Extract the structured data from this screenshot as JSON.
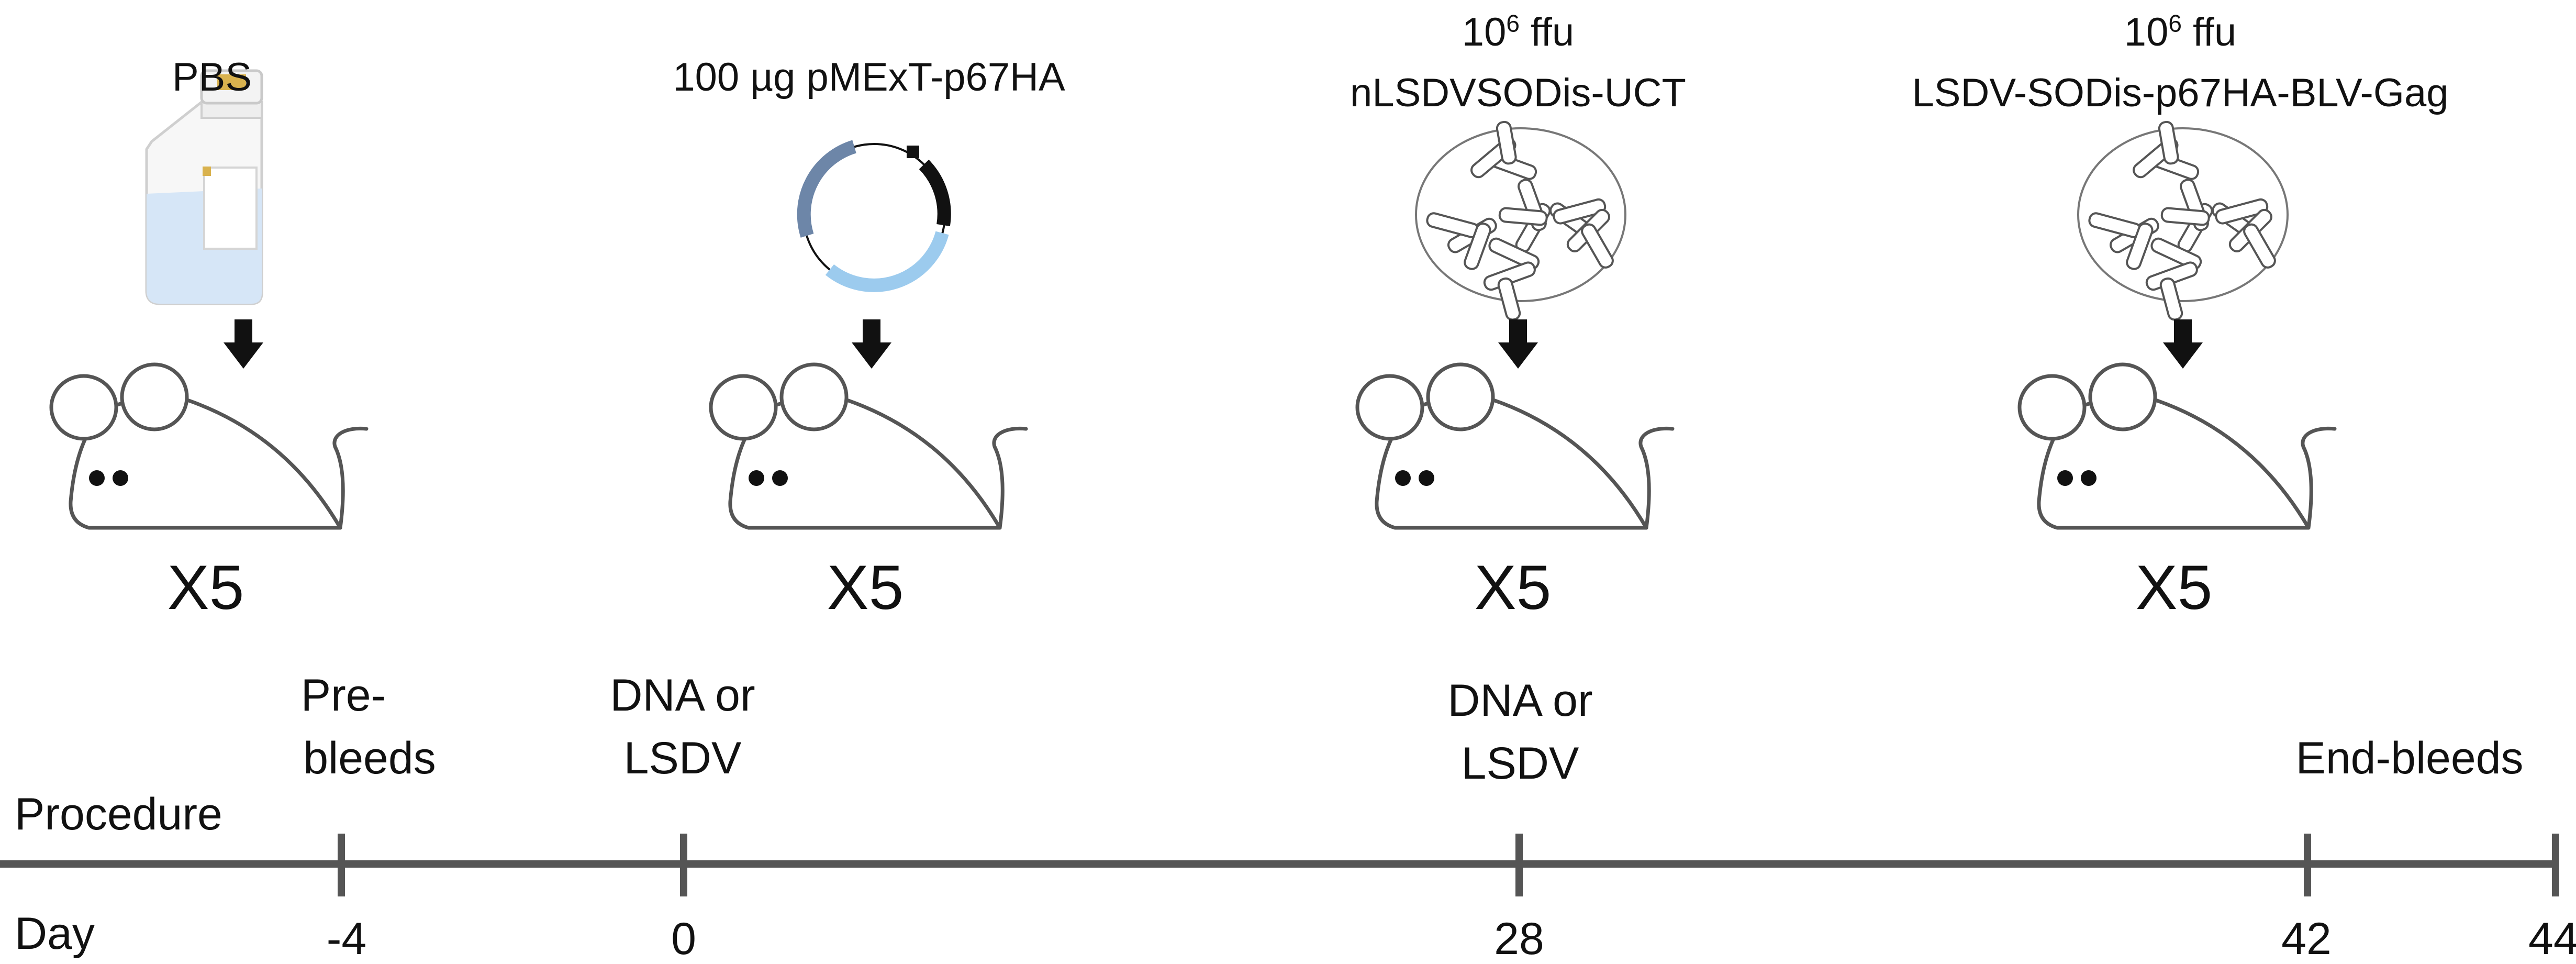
{
  "groups": [
    {
      "line1_base": "",
      "line1_sup": "",
      "line1_tail": "",
      "label": "PBS",
      "icon": "bottle-icon",
      "count": "X5"
    },
    {
      "line1_base": "",
      "line1_sup": "",
      "line1_tail": "",
      "label": "100 µg pMExT-p67HA",
      "icon": "plasmid-icon",
      "count": "X5"
    },
    {
      "line1_base": "10",
      "line1_sup": "6",
      "line1_tail": " ffu",
      "label": "nLSDVSODis-UCT",
      "icon": "virus-particle-icon",
      "count": "X5"
    },
    {
      "line1_base": "10",
      "line1_sup": "6",
      "line1_tail": " ffu",
      "label": "LSDV-SODis-p67HA-BLV-Gag",
      "icon": "virus-particle-icon",
      "count": "X5"
    }
  ],
  "timeline": {
    "procedure_title": "Procedure",
    "day_title": "Day",
    "events": [
      {
        "day": "-4",
        "line1": "Pre-",
        "line2": "bleeds"
      },
      {
        "day": "0",
        "line1": "DNA or",
        "line2": "LSDV"
      },
      {
        "day": "28",
        "line1": "DNA or",
        "line2": "LSDV"
      },
      {
        "day": "42",
        "line1": "",
        "line2": "End-bleeds"
      },
      {
        "day": "44",
        "line1": "",
        "line2": ""
      }
    ]
  },
  "colors": {
    "timeline": "#555555",
    "arrow": "#111111",
    "mouse_outline": "#555555",
    "bottle_liquid": "#d6e6f7",
    "bottle_cap_label": "#d9b24e",
    "plasmid_blue_light": "#9ccbee",
    "plasmid_blue_dark": "#6d86a8",
    "plasmid_black": "#111111"
  }
}
